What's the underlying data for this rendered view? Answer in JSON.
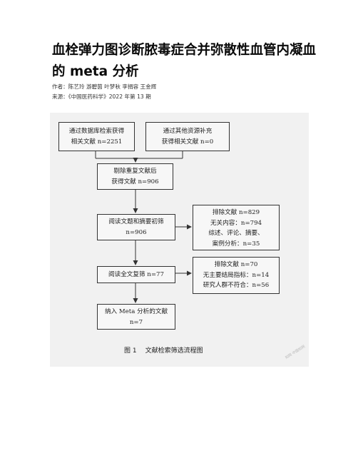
{
  "title": "血栓弹力图诊断脓毒症合并弥散性血管内凝血的 meta 分析",
  "authors": "作者：陈艺玲 游碧茵 叶梦秋 李捐容 王金辉",
  "source": "来源：《中国医药科学》2022 年第 13 期",
  "figure": {
    "box1": {
      "line1": "通过数据库检索获得",
      "line2": "相关文献 n=2251"
    },
    "box2": {
      "line1": "通过其他资源补充",
      "line2": "获得相关文献 n=0"
    },
    "box3": {
      "line1": "剔除重复文献后",
      "line2": "获得文献 n=906"
    },
    "box4": {
      "line1": "阅读文题和摘要初筛",
      "line2": "n=906"
    },
    "box5": {
      "line1": "排除文献 n=829",
      "line2": "无关内容：n=794",
      "line3": "综述、评论、摘要、",
      "line4": "案例分析：n=35"
    },
    "box6": {
      "line1": "阅读全文复筛 n=77"
    },
    "box7": {
      "line1": "排除文献 n=70",
      "line2": "无主要结局指标：n=14",
      "line3": "研究人群不符合：n=56"
    },
    "box8": {
      "line1": "纳入 Meta 分析的文献",
      "line2": "n=7"
    },
    "caption_num": "图 1",
    "caption_text": "文献检索筛选流程图",
    "watermark": "知网 中国知网"
  }
}
